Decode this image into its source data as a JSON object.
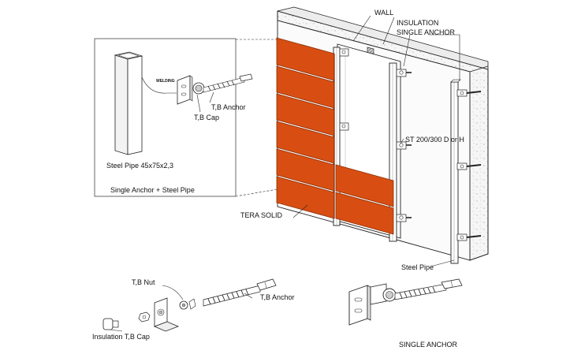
{
  "labels": {
    "wall": "WALL",
    "insulation": "INSULATION",
    "single_anchor_top": "SINGLE ANCHOR",
    "st_spec": "ST 200/300 D or H",
    "tera_solid": "TERA SOLID",
    "steel_pipe": "Steel Pipe",
    "welding": "WELDING",
    "tb_anchor_inset": "T,B Anchor",
    "tb_cap_inset": "T,B Cap",
    "steel_pipe_size": "Steel Pipe 45x75x2,3",
    "inset_caption": "Single Anchor + Steel Pipe",
    "tb_nut": "T,B Nut",
    "tb_anchor": "T,B Anchor",
    "insulation_tb_cap": "Insulation T,B Cap",
    "single_anchor_bottom": "SINGLE ANCHOR"
  },
  "colors": {
    "tile": "#d84e12",
    "tile_edge": "#8a2c05",
    "line": "#222222",
    "concrete": "#f4f4f4",
    "insulation": "#bdbdbd"
  }
}
